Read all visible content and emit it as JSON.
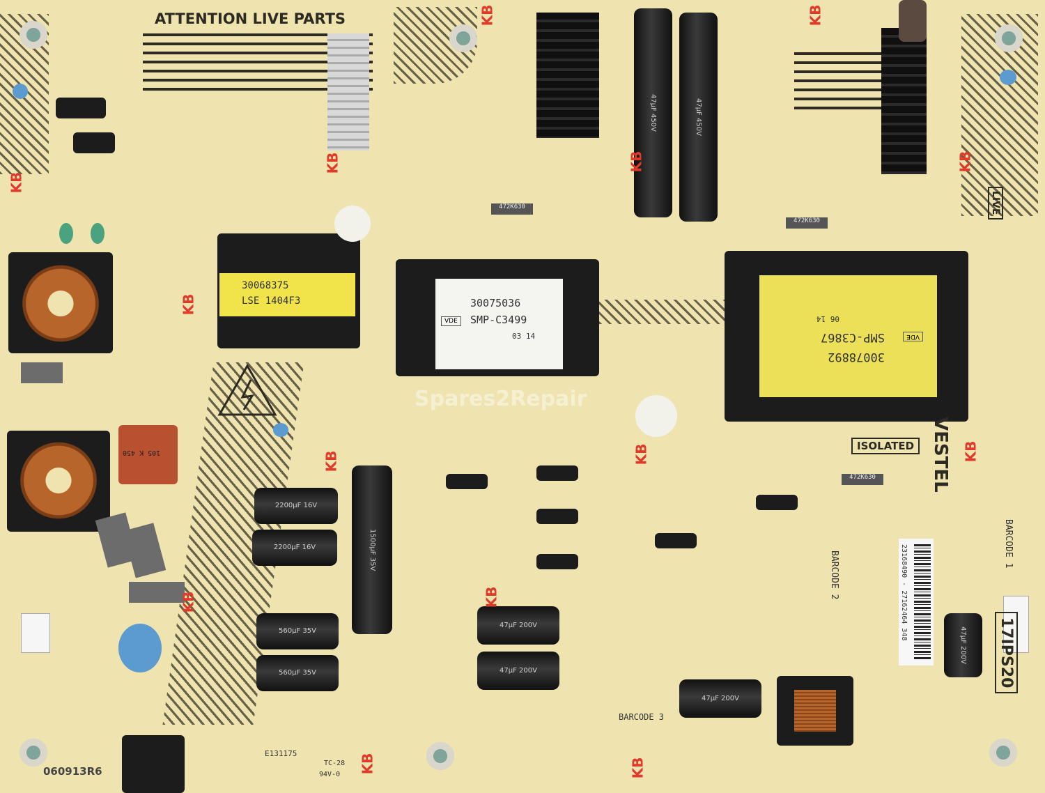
{
  "board": {
    "warning": "ATTENTION LIVE PARTS",
    "manufacturer": "VESTEL",
    "model": "17IPS20",
    "isolated_label": "ISOLATED",
    "live_label": "LIVE",
    "part_number": "060913R6",
    "ul_code": "E131175",
    "pcb_rating": "94V-0",
    "pcb_type": "TC-28",
    "watermark": "Spares2Repair",
    "barcode_labels": [
      "BARCODE 1",
      "BARCODE 2",
      "BARCODE 3"
    ],
    "barcode_sticker": "23168490 - 27162464 348",
    "kb_mark": "KB"
  },
  "transformers": [
    {
      "line1": "30068375",
      "line2": "LSE 1404F3"
    },
    {
      "line1": "30075036",
      "line2": "SMP-C3499",
      "line3": "03 14",
      "mark": "VDE"
    },
    {
      "line1": "30078892",
      "line2": "SMP-C3867",
      "line3": "06 14",
      "mark": "VDE"
    }
  ],
  "capacitors": {
    "bulk": "47µF 450V",
    "c2200": "2200µF 16V",
    "c560": "560µF 35V",
    "c1500": "1500µF 35V",
    "c47": "47µF 200V",
    "film": "472K630",
    "x_cap": "105 K 450"
  },
  "colors": {
    "board": "#efe3b0",
    "kb_red": "#e03a2a",
    "copper": "#b8652c"
  }
}
